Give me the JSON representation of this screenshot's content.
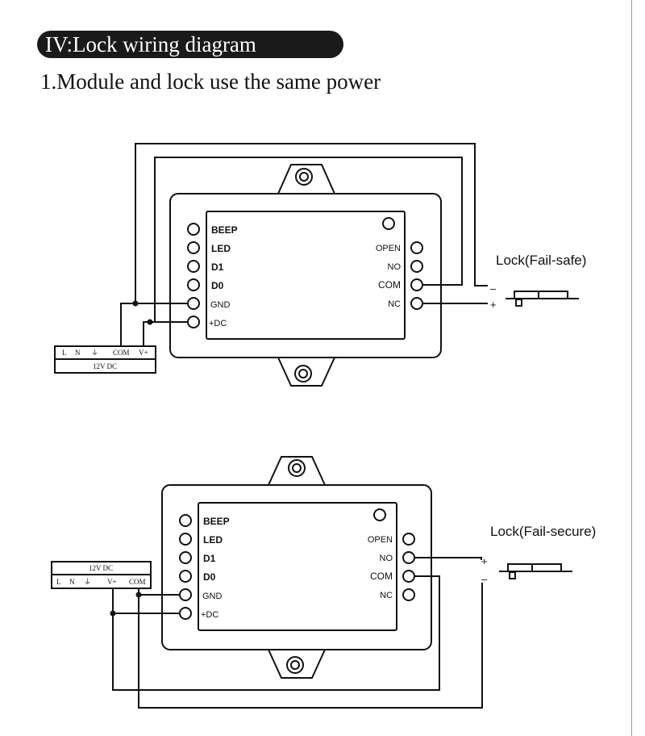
{
  "section_title": "IV:Lock wiring diagram",
  "subtitle": "1.Module and lock use the same power",
  "module_left_terminals": [
    "BEEP",
    "LED",
    "D1",
    "D0",
    "GND",
    "+DC"
  ],
  "module_right_terminals": [
    "OPEN",
    "NO",
    "COM",
    "NC"
  ],
  "power_supply": {
    "terminals_top": [
      "L",
      "N",
      "⏚",
      "COM",
      "V+"
    ],
    "label": "12V DC",
    "terminals_bottom": [
      "L",
      "N",
      "⏚",
      "V+",
      "COM"
    ]
  },
  "diagram1": {
    "lock_label": "Lock(Fail-safe)",
    "polarity_top": "–",
    "polarity_bottom": "+"
  },
  "diagram2": {
    "lock_label": "Lock(Fail-secure)",
    "polarity_top": "+",
    "polarity_bottom": "–"
  }
}
